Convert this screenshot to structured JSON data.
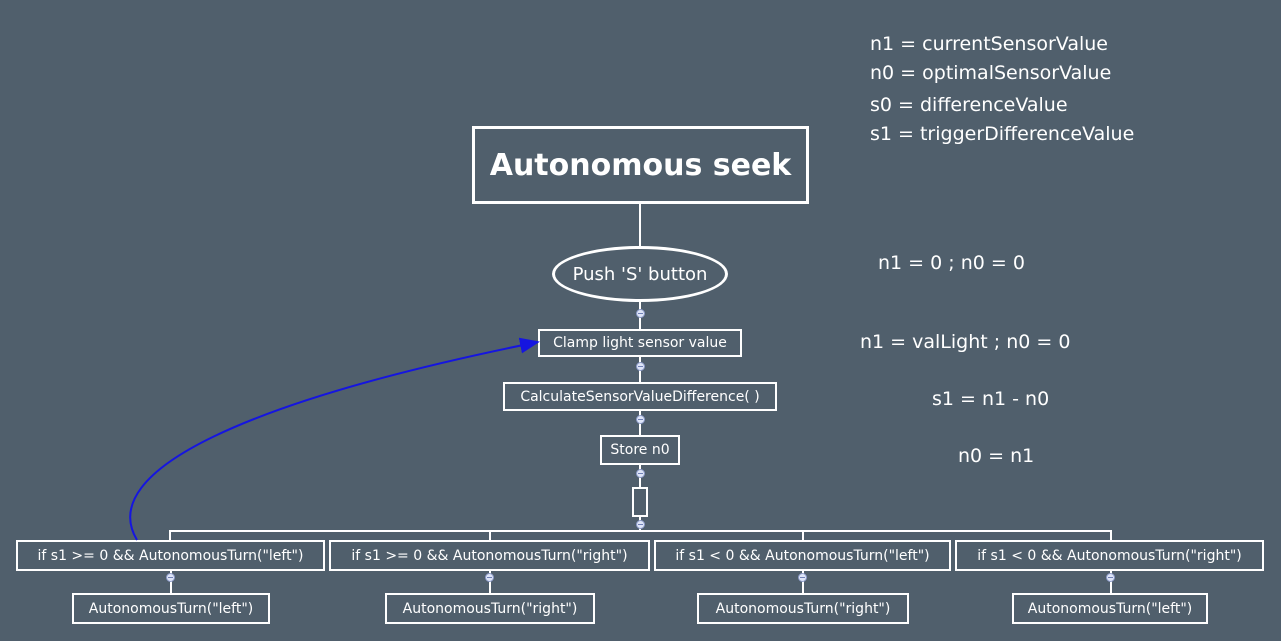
{
  "title": "Autonomous seek",
  "legend": [
    "n1 = currentSensorValue",
    "n0 = optimalSensorValue",
    "s0 = differenceValue",
    "s1 = triggerDifferenceValue"
  ],
  "nodes": {
    "start": "Push 'S' button",
    "clamp": "Clamp light sensor value",
    "calc": "CalculateSensorValueDifference( )",
    "store": "Store n0"
  },
  "notes": {
    "start": "n1 = 0 ; n0 = 0",
    "clamp": "n1 = valLight ; n0 = 0",
    "calc": "s1 = n1 - n0",
    "store": "n0 = n1"
  },
  "branches": [
    {
      "condition": "if s1 >= 0 && AutonomousTurn(\"left\")",
      "action": "AutonomousTurn(\"left\")"
    },
    {
      "condition": "if s1 >= 0 && AutonomousTurn(\"right\")",
      "action": "AutonomousTurn(\"right\")"
    },
    {
      "condition": "if s1 < 0 && AutonomousTurn(\"left\")",
      "action": "AutonomousTurn(\"right\")"
    },
    {
      "condition": "if s1 < 0 && AutonomousTurn(\"right\")",
      "action": "AutonomousTurn(\"left\")"
    }
  ],
  "colors": {
    "background": "#505f6c",
    "line": "#ffffff",
    "loop_arrow": "#1515e0",
    "collapse_dot": "#dde4f7"
  }
}
